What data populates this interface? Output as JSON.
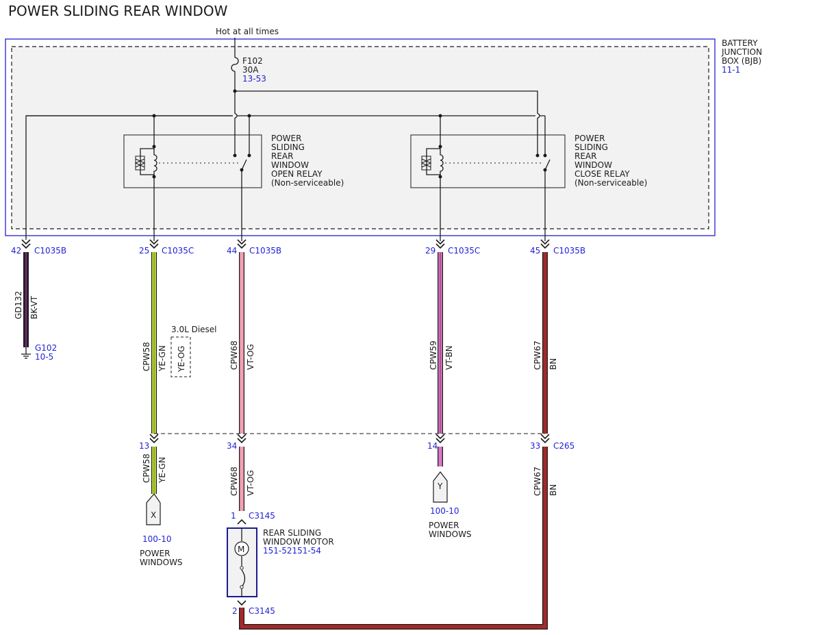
{
  "title": "POWER SLIDING REAR WINDOW",
  "feed_label": "Hot at all times",
  "colors": {
    "module_border": "#2020d0",
    "ref_text": "#1f1fd6",
    "BK-VT": "#3a1a3a",
    "YE-GN": "#d8e63a",
    "VT-OG": "#f2a0b4",
    "VT-BN": "#d87ac8",
    "BN": "#a52a2a"
  },
  "bjb": {
    "name": [
      "BATTERY",
      "JUNCTION",
      "BOX (BJB)"
    ],
    "ref": "11-1"
  },
  "fuse": {
    "id": "F102",
    "rating": "30A",
    "ref": "13-53"
  },
  "open_relay": {
    "lines": [
      "POWER",
      "SLIDING",
      "REAR",
      "WINDOW",
      "OPEN RELAY",
      "(Non-serviceable)"
    ]
  },
  "close_relay": {
    "lines": [
      "POWER",
      "SLIDING",
      "REAR",
      "WINDOW",
      "CLOSE RELAY",
      "(Non-serviceable)"
    ]
  },
  "pins": [
    {
      "pin": "42",
      "connector": "C1035B"
    },
    {
      "pin": "25",
      "connector": "C1035C"
    },
    {
      "pin": "44",
      "connector": "C1035B"
    },
    {
      "pin": "29",
      "connector": "C1035C"
    },
    {
      "pin": "45",
      "connector": "C1035B"
    }
  ],
  "circuits": {
    "gd132": {
      "circuit": "GD132",
      "color": "BK-VT"
    },
    "cpw58": {
      "circuit": "CPW58",
      "color": "YE-GN"
    },
    "cpw68": {
      "circuit": "CPW68",
      "color": "VT-OG"
    },
    "cpw59": {
      "circuit": "CPW59",
      "color": "VT-BN"
    },
    "cpw67": {
      "circuit": "CPW67",
      "color": "BN"
    }
  },
  "ground": {
    "id": "G102",
    "ref": "10-5"
  },
  "diesel": {
    "label": "3.0L Diesel",
    "color": "YE-OG"
  },
  "c265": {
    "connector": "C265",
    "pins": [
      "13",
      "34",
      "14",
      "33"
    ]
  },
  "offpage_x": {
    "letter": "X",
    "ref": "100-10",
    "label": [
      "POWER",
      "WINDOWS"
    ]
  },
  "offpage_y": {
    "letter": "Y",
    "ref": "100-10",
    "label": [
      "POWER",
      "WINDOWS"
    ]
  },
  "motor": {
    "name": [
      "REAR SLIDING",
      "WINDOW MOTOR"
    ],
    "ref": "151-52151-54",
    "symbol": "M",
    "pin1": "1",
    "pin2": "2",
    "connector": "C3145"
  }
}
